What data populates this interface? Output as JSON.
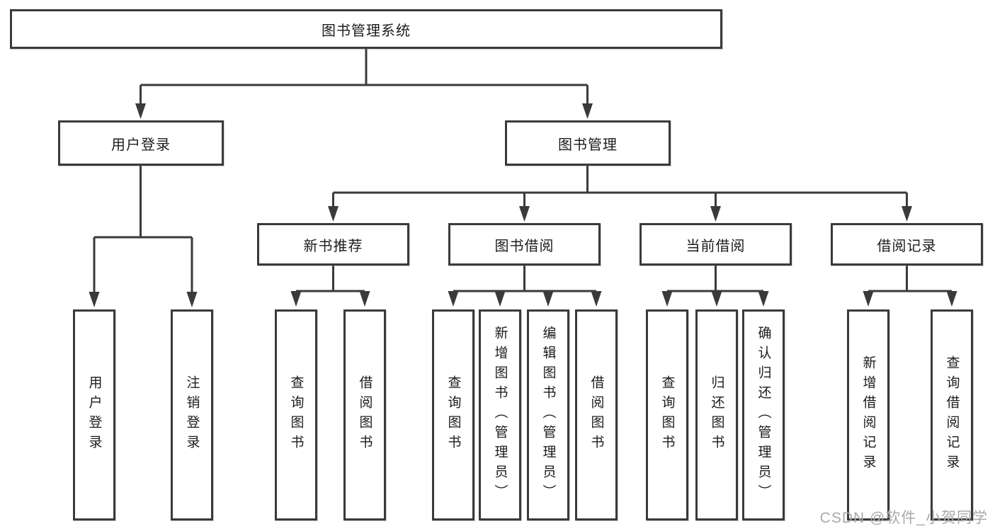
{
  "tree": {
    "label": "图书管理系统",
    "children": [
      {
        "label": "用户登录",
        "children": [
          {
            "label": "用户登录"
          },
          {
            "label": "注销登录"
          }
        ]
      },
      {
        "label": "图书管理",
        "children": [
          {
            "label": "新书推荐",
            "children": [
              {
                "label": "查询图书"
              },
              {
                "label": "借阅图书"
              }
            ]
          },
          {
            "label": "图书借阅",
            "children": [
              {
                "label": "查询图书"
              },
              {
                "label": "新增图书（管理员）"
              },
              {
                "label": "编辑图书（管理员）"
              },
              {
                "label": "借阅图书"
              }
            ]
          },
          {
            "label": "当前借阅",
            "children": [
              {
                "label": "查询图书"
              },
              {
                "label": "归还图书"
              },
              {
                "label": "确认归还（管理员）"
              }
            ]
          },
          {
            "label": "借阅记录",
            "children": [
              {
                "label": "新增借阅记录"
              },
              {
                "label": "查询借阅记录"
              }
            ]
          }
        ]
      }
    ]
  },
  "watermark": "CSDN @软件_小贺同学",
  "colors": {
    "line": "#3a3a3a",
    "box_border": "#3a3a3a",
    "text": "#1c1c1c",
    "watermark": "#a9a9a9",
    "background": "#ffffff"
  }
}
